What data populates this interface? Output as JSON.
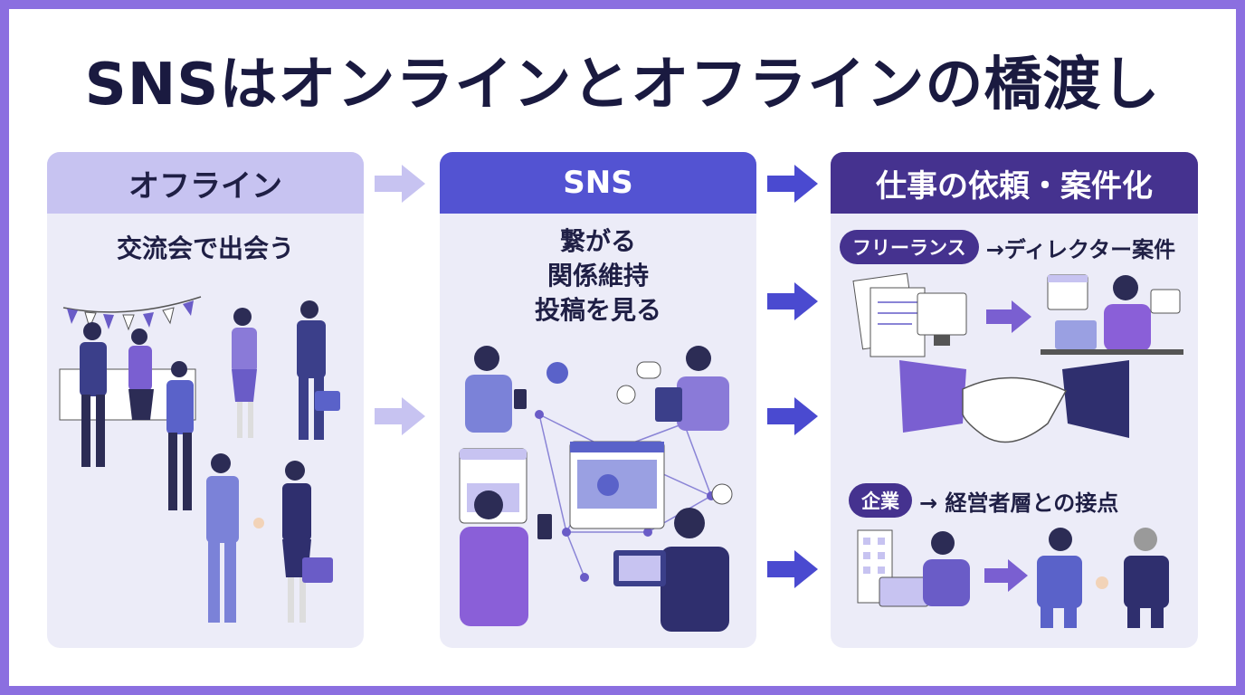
{
  "title": "SNSはオンラインとオフラインの橋渡し",
  "panels": {
    "offline": {
      "heading": "オフライン",
      "caption": "交流会で出会う"
    },
    "sns": {
      "heading": "SNS",
      "captions": [
        "繋がる",
        "関係維持",
        "投稿を見る"
      ]
    },
    "work": {
      "heading": "仕事の依頼・案件化",
      "freelance": {
        "tag": "フリーランス",
        "text": "→ディレクター案件"
      },
      "company": {
        "tag": "企業",
        "text": "→ 経営者層との接点"
      }
    }
  },
  "colors": {
    "border": "#8b6fe0",
    "offline_header": "#c7c3f1",
    "sns_header": "#5353d2",
    "work_header": "#45328f",
    "panel_bg": "#ececf8"
  }
}
